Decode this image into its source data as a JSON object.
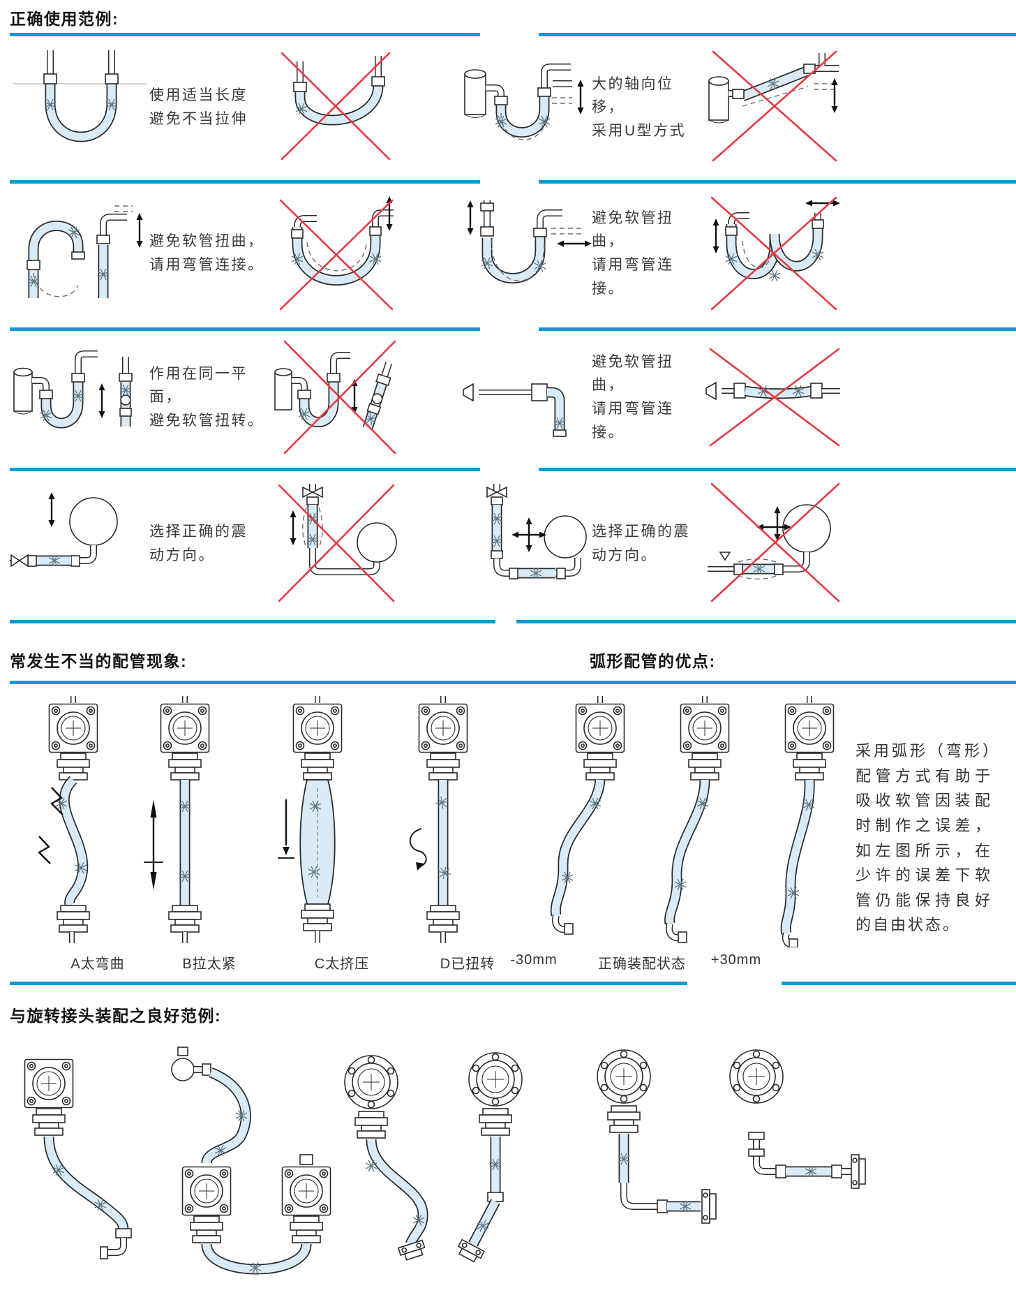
{
  "colors": {
    "accent_blue": "#1697d3",
    "error_red": "#e63a41",
    "hose_fill": "#d9ebf8"
  },
  "document": {
    "examples": {
      "title": "正确使用范例:",
      "left": [
        {
          "caption": [
            "使用适当长度",
            "避免不当拉伸"
          ]
        },
        {
          "caption": [
            "避免软管扭曲，",
            "请用弯管连接。"
          ]
        },
        {
          "caption": [
            "作用在同一平面，",
            "避免软管扭转。"
          ]
        },
        {
          "caption": [
            "选择正确的震",
            "动方向。"
          ]
        }
      ],
      "right": [
        {
          "caption": [
            "大的轴向位移，",
            "采用U型方式"
          ]
        },
        {
          "caption": [
            "避免软管扭曲，",
            "请用弯管连接。"
          ]
        },
        {
          "caption": [
            "避免软管扭曲，",
            "请用弯管连接。"
          ]
        },
        {
          "caption": [
            "选择正确的震",
            "动方向。"
          ]
        }
      ]
    },
    "improper": {
      "title": "常发生不当的配管现象:",
      "labels": [
        "A太弯曲",
        "B拉太紧",
        "C太挤压",
        "D已扭转"
      ]
    },
    "arc": {
      "title": "弧形配管的优点:",
      "labels": [
        "-30mm",
        "正确装配状态",
        "+30mm"
      ],
      "paragraph": "采用弧形（弯形）配管方式有助于吸收软管因装配时制作之误差，如左图所示，在少许的误差下软管仍能保持良好的自由状态。"
    },
    "swivel": {
      "title": "与旋转接头装配之良好范例:"
    }
  }
}
